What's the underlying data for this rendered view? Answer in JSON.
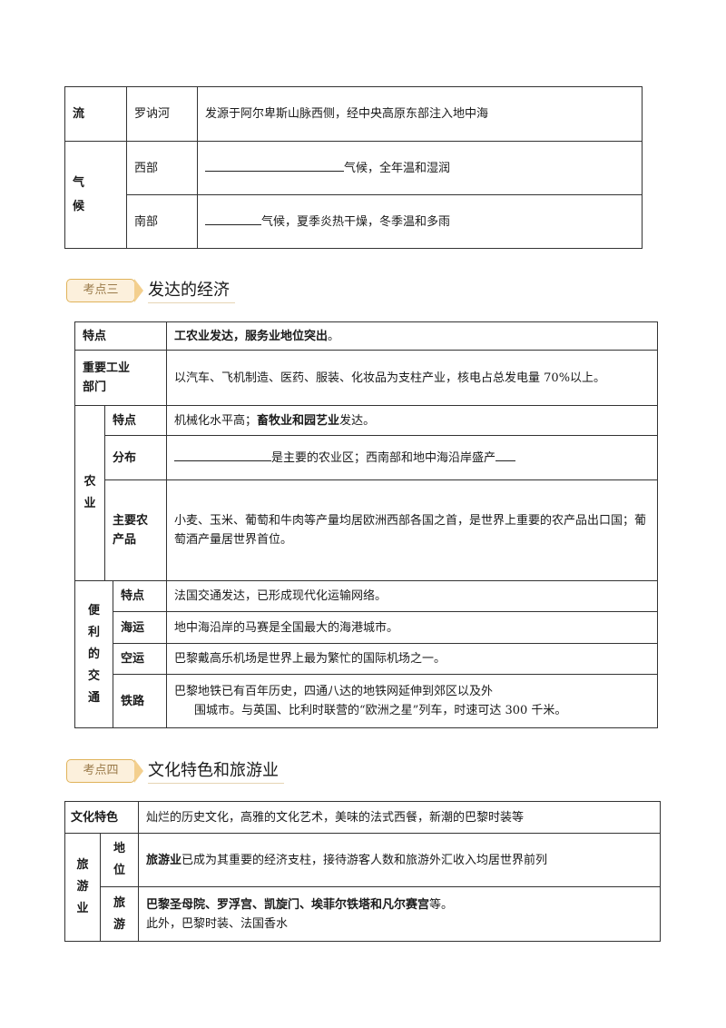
{
  "t1": {
    "r1_head": "流",
    "r1_sub": "罗讷河",
    "r1_text": "发源于阿尔卑斯山脉西侧，经中央高原东部注入地中海",
    "climate_head": [
      "气",
      "候"
    ],
    "west_sub": "西部",
    "west_text": "气候，全年温和湿润",
    "south_sub": "南部",
    "south_text": "气候，夏季炎热干燥，冬季温和多雨"
  },
  "sec3": {
    "tag": "考点三",
    "title": "发达的经济"
  },
  "t2": {
    "feature_head": "特点",
    "feature_text": "工农业发达，服务业地位突出",
    "feature_tail": "。",
    "industry_head_1": "重要工业",
    "industry_head_2": "部门",
    "industry_text": "以汽车、飞机制造、医药、服装、化妆品为支柱产业，核电占总发电量 70%以上。",
    "agri_head": [
      "农",
      "业"
    ],
    "agri_feature_head": "特点",
    "agri_feature_pre": "机械化水平高；",
    "agri_feature_bold": "畜牧业和园艺业",
    "agri_feature_post": "发达。",
    "agri_dist_head": "分布",
    "agri_dist_text": "是主要的农业区；西南部和地中海沿岸盛产",
    "agri_prod_head_1": "主要农",
    "agri_prod_head_2": "产品",
    "agri_prod_text": "小麦、玉米、葡萄和牛肉等产量均居欧洲西部各国之首，是世界上重要的农产品出口国；葡萄酒产量居世界首位。",
    "trans_head": [
      "便",
      "利",
      "的",
      "交",
      "通"
    ],
    "trans_feature_head": "特点",
    "trans_feature_text": "法国交通发达，已形成现代化运输网络。",
    "sea_head": "海运",
    "sea_text": "地中海沿岸的马赛是全国最大的海港城市。",
    "air_head": "空运",
    "air_text": "巴黎戴高乐机场是世界上最为繁忙的国际机场之一。",
    "rail_head": "铁路",
    "rail_text_1": "巴黎地铁已有百年历史，四通八达的地铁网延伸到郊区以及外",
    "rail_text_2": "围城市。与英国、比利时联营的“欧洲之星”列车，时速可达 300 千米。"
  },
  "sec4": {
    "tag": "考点四",
    "title": "文化特色和旅游业"
  },
  "t3": {
    "culture_head": "文化特色",
    "culture_text": "灿烂的历史文化，高雅的文化艺术，美味的法式西餐，新潮的巴黎时装等",
    "tour_head": [
      "旅",
      "游",
      "业"
    ],
    "status_head": [
      "地",
      "位"
    ],
    "status_bold": "旅游业",
    "status_text": "已成为其重要的经济支柱，接待游客人数和旅游外汇收入均居世界前列",
    "tour_sub_head": [
      "旅",
      "游"
    ],
    "tour_bold": "巴黎圣母院、罗浮宫、凯旋门、埃菲尔铁塔和凡尔赛宫",
    "tour_tail": "等。",
    "tour_text_2": "此外，巴黎时装、法国香水"
  }
}
